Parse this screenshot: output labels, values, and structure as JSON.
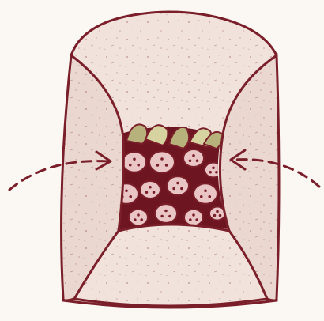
{
  "illustration": {
    "subject": "burrito-wrap-fold",
    "colors": {
      "ink": "#7a1f2a",
      "tortilla": "#f1e3dc",
      "tortilla_shade": "#e7d3cb",
      "filling_dark": "#6d1622",
      "filling_light": "#e9c5c5",
      "leaf": "#b7b17c",
      "leaf_light": "#d6d3a1",
      "paper": "#fbf7f3"
    },
    "arrows": [
      {
        "name": "left-fold-arrow",
        "direction": "right"
      },
      {
        "name": "right-fold-arrow",
        "direction": "left"
      }
    ]
  }
}
